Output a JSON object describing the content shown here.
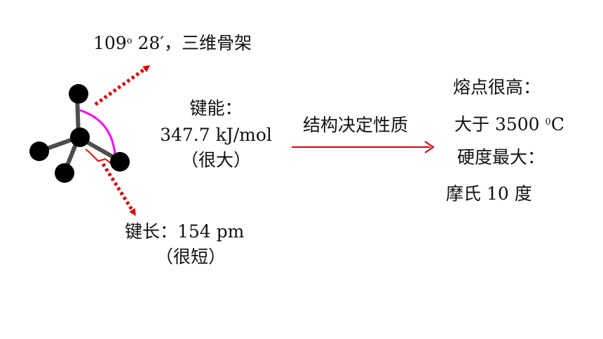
{
  "angle_label": {
    "prefix": "109",
    "sup": "o",
    "rest": " 28′，三维骨架"
  },
  "bond_energy": {
    "title": "键能：",
    "value": "347.7 kJ/mol",
    "note": "（很大）"
  },
  "bond_length": {
    "title": "键长：154 pm",
    "note": "（很短）"
  },
  "arrow_label": "结构决定性质",
  "properties": {
    "melting_title": "熔点很高：",
    "melting_prefix": "大于 3500 ",
    "melting_sup": "0",
    "melting_unit": "C",
    "hardness_title": "硬度最大：",
    "hardness_value": "摩氏 10 度"
  },
  "colors": {
    "atom": "#000000",
    "bond": "#4d4d4d",
    "angle_arc": "#ff00ff",
    "arrow": "#e00000",
    "brace": "#ff0000"
  }
}
